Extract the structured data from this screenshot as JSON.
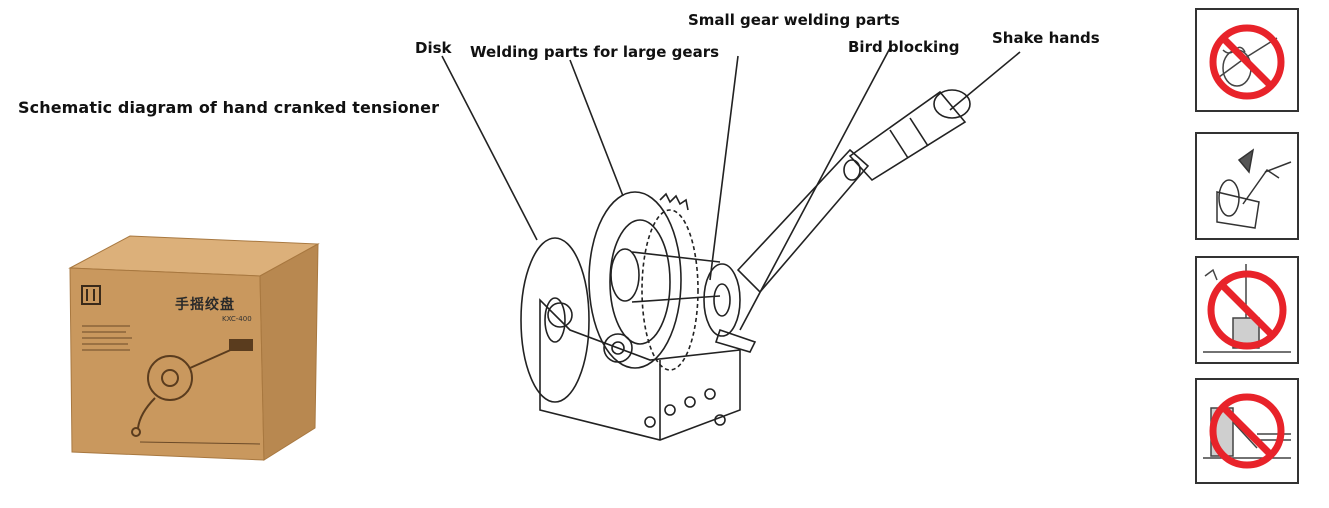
{
  "title": "Schematic diagram of hand cranked tensioner",
  "callouts": {
    "disk": "Disk",
    "large_gear": "Welding parts for large gears",
    "small_gear": "Small gear welding parts",
    "bird_blocking": "Bird blocking",
    "shake_hands": "Shake hands"
  },
  "box": {
    "product_name": "手摇绞盘",
    "model": "KXC-400"
  },
  "colors": {
    "box": "#c9985e",
    "box_dark": "#b07f48",
    "warning_red": "#e8232a"
  },
  "warnings": [
    {
      "icon": "no-hand-in-gear-icon"
    },
    {
      "icon": "winch-usage-icon"
    },
    {
      "icon": "no-lifting-icon"
    },
    {
      "icon": "no-side-pull-icon"
    }
  ]
}
